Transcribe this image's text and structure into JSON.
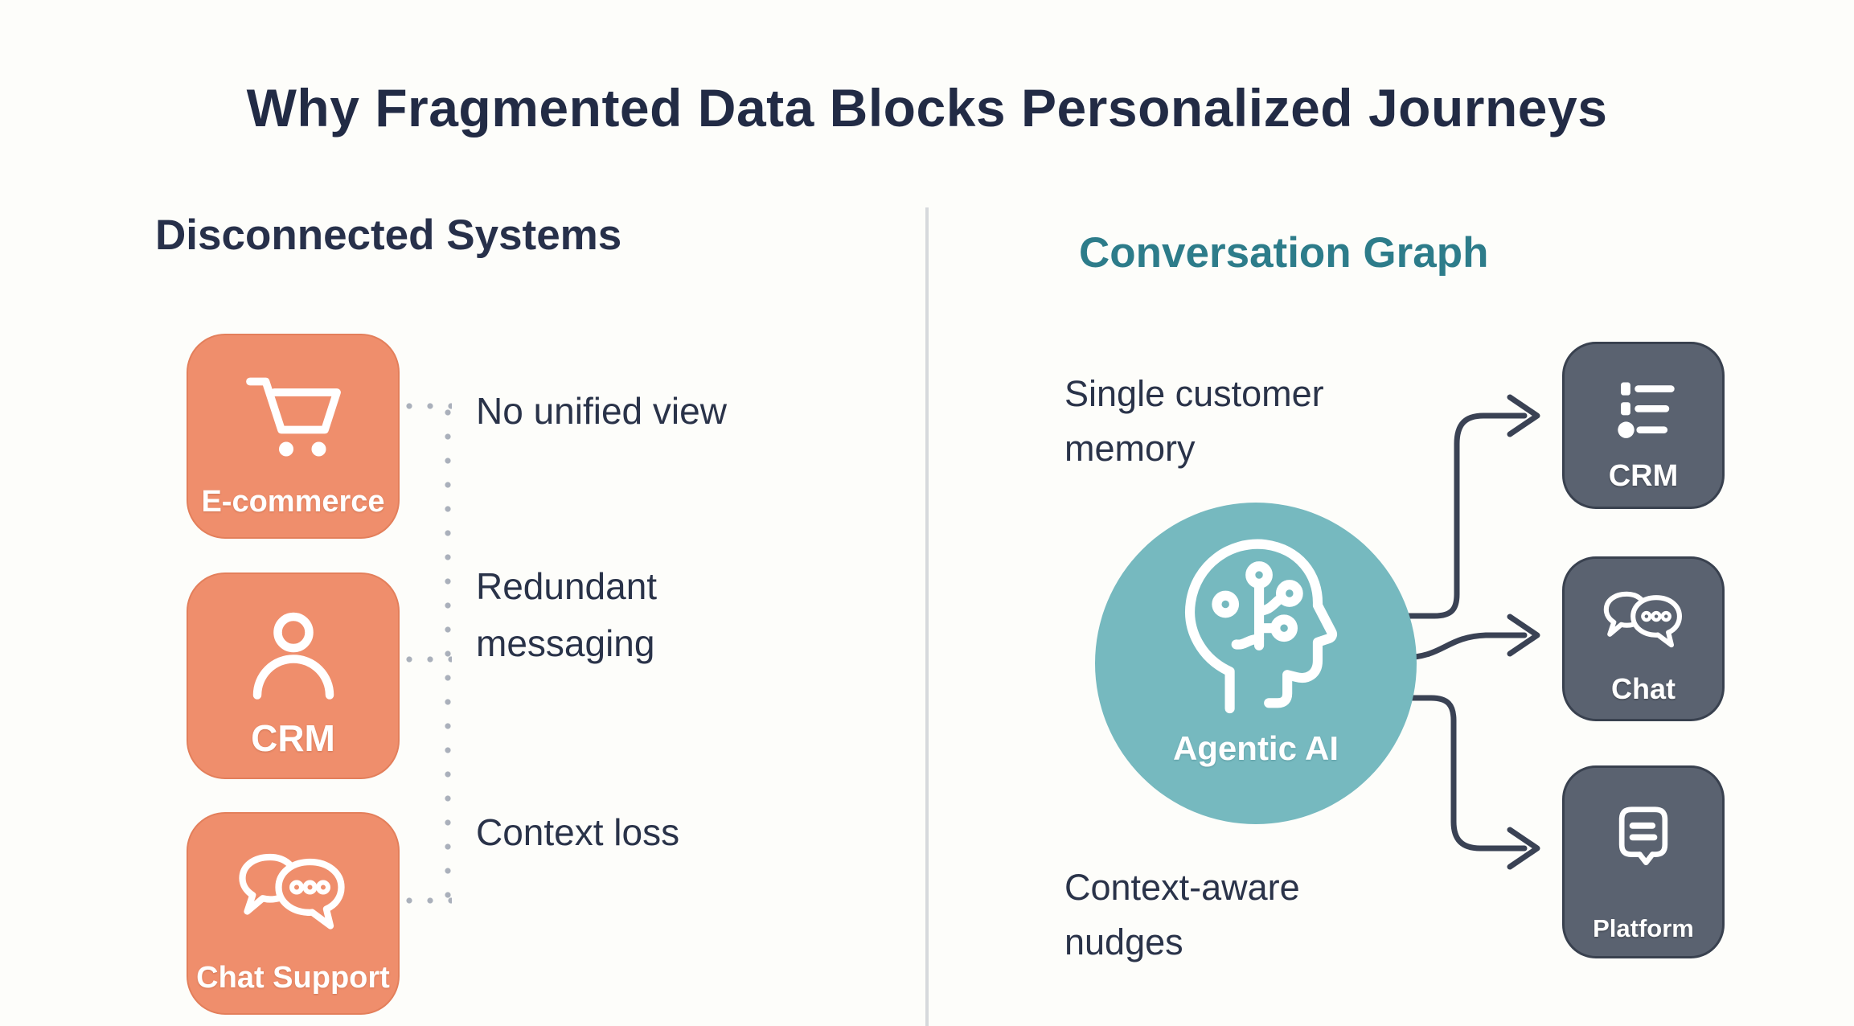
{
  "title": "Why Fragmented Data Blocks Personalized Journeys",
  "left": {
    "heading": "Disconnected Systems",
    "systems": [
      {
        "label": "E-commerce",
        "icon": "shopping-cart-icon",
        "issue": "No unified view"
      },
      {
        "label": "CRM",
        "icon": "person-icon",
        "issue": "Redundant messaging"
      },
      {
        "label": "Chat Support",
        "icon": "chat-bubbles-icon",
        "issue": "Context loss"
      }
    ]
  },
  "right": {
    "heading": "Conversation Graph",
    "notes": {
      "top": "Single customer memory",
      "bottom": "Context-aware nudges"
    },
    "hub": {
      "label": "Agentic AI",
      "icon": "ai-head-circuit-icon"
    },
    "targets": [
      {
        "label": "CRM",
        "icon": "list-icon"
      },
      {
        "label": "Chat",
        "icon": "chat-bubbles-icon"
      },
      {
        "label": "Platform",
        "icon": "message-square-icon"
      }
    ]
  },
  "colors": {
    "background": "#FDFDFA",
    "accent_orange": "#EF8E6C",
    "accent_teal_circle": "#76B9BF",
    "accent_teal_heading": "#2D7C8A",
    "dark_box": "#5A6270",
    "navy_text": "#27304A",
    "arrow": "#3A4254",
    "divider": "#D6D9DC",
    "dot": "#AAB0BB"
  }
}
